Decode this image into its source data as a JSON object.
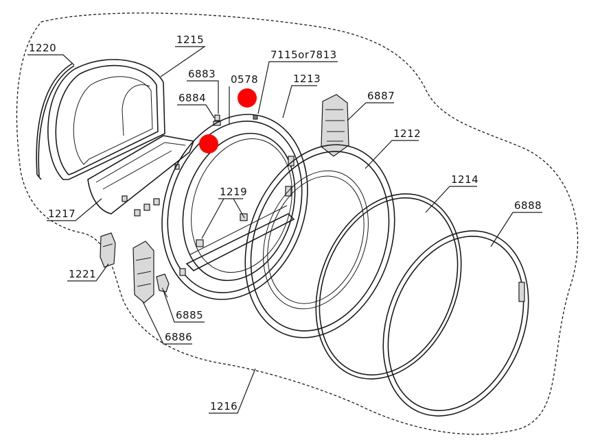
{
  "labels": {
    "p1220": "1220",
    "p1215": "1215",
    "p6883": "6883",
    "p0578": "0578",
    "p7115": "7115or7813",
    "p1213": "1213",
    "p6884": "6884",
    "p6887": "6887",
    "p1212": "1212",
    "p1214": "1214",
    "p6888": "6888",
    "p1219": "1219",
    "p1217": "1217",
    "p1221": "1221",
    "p6885": "6885",
    "p6886": "6886",
    "p1216": "1216"
  },
  "colors": {
    "marker": "#ff0000",
    "line": "#1a1a1a"
  }
}
